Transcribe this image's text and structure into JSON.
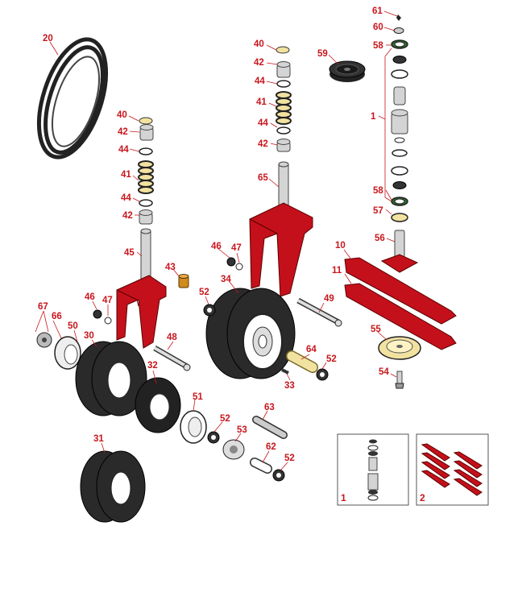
{
  "callouts": [
    {
      "id": "c61",
      "label": "61"
    },
    {
      "id": "c60",
      "label": "60"
    },
    {
      "id": "c58a",
      "label": "58"
    },
    {
      "id": "c59",
      "label": "59"
    },
    {
      "id": "c1",
      "label": "1"
    },
    {
      "id": "c58b",
      "label": "58"
    },
    {
      "id": "c57",
      "label": "57"
    },
    {
      "id": "c56",
      "label": "56"
    },
    {
      "id": "c20",
      "label": "20"
    },
    {
      "id": "c40a",
      "label": "40"
    },
    {
      "id": "c42a",
      "label": "42"
    },
    {
      "id": "c44a",
      "label": "44"
    },
    {
      "id": "c41a",
      "label": "41"
    },
    {
      "id": "c44b",
      "label": "44"
    },
    {
      "id": "c42b",
      "label": "42"
    },
    {
      "id": "c45",
      "label": "45"
    },
    {
      "id": "c43",
      "label": "43"
    },
    {
      "id": "c40b",
      "label": "40"
    },
    {
      "id": "c42c",
      "label": "42"
    },
    {
      "id": "c44c",
      "label": "44"
    },
    {
      "id": "c41b",
      "label": "41"
    },
    {
      "id": "c44d",
      "label": "44"
    },
    {
      "id": "c42d",
      "label": "42"
    },
    {
      "id": "c65",
      "label": "65"
    },
    {
      "id": "c46a",
      "label": "46"
    },
    {
      "id": "c47a",
      "label": "47"
    },
    {
      "id": "c10",
      "label": "10"
    },
    {
      "id": "c11",
      "label": "11"
    },
    {
      "id": "c52a",
      "label": "52"
    },
    {
      "id": "c34",
      "label": "34"
    },
    {
      "id": "c49",
      "label": "49"
    },
    {
      "id": "c46b",
      "label": "46"
    },
    {
      "id": "c47b",
      "label": "47"
    },
    {
      "id": "c67",
      "label": "67"
    },
    {
      "id": "c66",
      "label": "66"
    },
    {
      "id": "c50",
      "label": "50"
    },
    {
      "id": "c30",
      "label": "30"
    },
    {
      "id": "c48",
      "label": "48"
    },
    {
      "id": "c55",
      "label": "55"
    },
    {
      "id": "c64",
      "label": "64"
    },
    {
      "id": "c52b",
      "label": "52"
    },
    {
      "id": "c32",
      "label": "32"
    },
    {
      "id": "c33",
      "label": "33"
    },
    {
      "id": "c54",
      "label": "54"
    },
    {
      "id": "c51",
      "label": "51"
    },
    {
      "id": "c63",
      "label": "63"
    },
    {
      "id": "c52c",
      "label": "52"
    },
    {
      "id": "c53",
      "label": "53"
    },
    {
      "id": "c31",
      "label": "31"
    },
    {
      "id": "c62",
      "label": "62"
    },
    {
      "id": "c52d",
      "label": "52"
    }
  ],
  "insets": [
    {
      "id": "inset1",
      "label": "1"
    },
    {
      "id": "inset2",
      "label": "2"
    }
  ],
  "colors": {
    "callout": "#c8161d",
    "frame": "#c4101b",
    "tire": "#2a2a2a",
    "metal": "#d4d4d4",
    "brass": "#f2e2a0",
    "copper": "#d08a1e"
  }
}
